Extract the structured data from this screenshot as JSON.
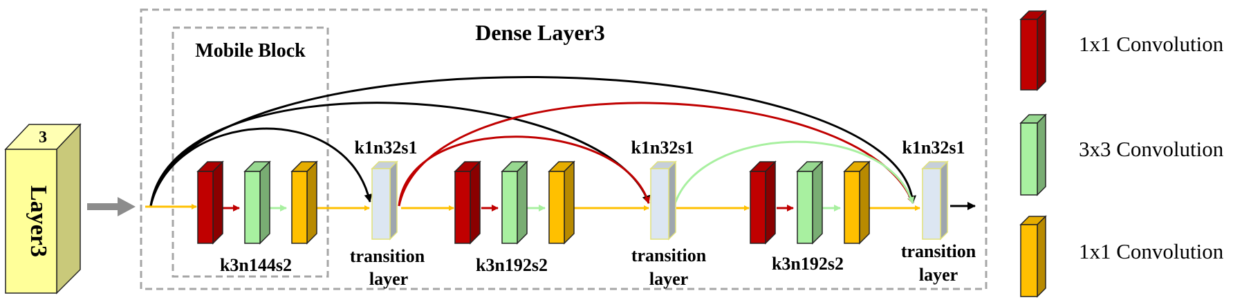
{
  "input_block": {
    "label": "Layer3",
    "top_number": "3"
  },
  "dense_title": "Dense Layer3",
  "mobile_title": "Mobile Block",
  "groups": [
    {
      "config_label": "k3n144s2"
    },
    {
      "config_label": "k3n192s2"
    },
    {
      "config_label": "k3n192s2"
    }
  ],
  "transitions": [
    {
      "config_label": "k1n32s1",
      "name_line1": "transition",
      "name_line2": "layer"
    },
    {
      "config_label": "k1n32s1",
      "name_line1": "transition",
      "name_line2": "layer"
    },
    {
      "config_label": "k1n32s1",
      "name_line1": "transition",
      "name_line2": "layer"
    }
  ],
  "legend": [
    {
      "label": "1x1 Convolution",
      "color": "#c00000"
    },
    {
      "label": "3x3 Convolution",
      "color": "#a8f0a0"
    },
    {
      "label": "1x1 Convolution",
      "color": "#ffc000"
    }
  ],
  "colors": {
    "red": "#c00000",
    "green": "#a8f0a0",
    "orange": "#ffc000",
    "transition": "#dce6f2",
    "input": "#ffff99",
    "dashed_border": "#a6a6a6"
  }
}
